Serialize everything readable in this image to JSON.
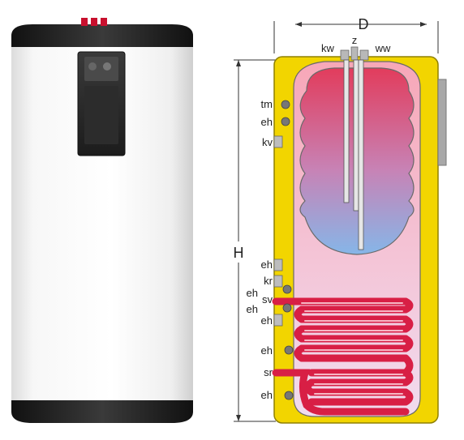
{
  "diagram": {
    "dimension_width_label": "D",
    "dimension_height_label": "H",
    "top_connections": {
      "cold_water": "kw",
      "circulation": "z",
      "hot_water": "ww"
    },
    "side_labels": {
      "tm": "tm",
      "eh_1": "eh",
      "kv": "kv",
      "eh_2": "eh",
      "kr": "kr",
      "eh_3": "eh",
      "sv": "sv",
      "eh_4": "eh",
      "eh_5": "eh",
      "eh_6": "eh",
      "sr": "sr",
      "eh_7": "eh"
    }
  },
  "colors": {
    "tank_shell": "#f2d500",
    "tank_shell_outline": "#9a8a00",
    "water_hot": "#e0405e",
    "water_cold": "#7fb4e6",
    "coil": "#e0284a",
    "coil_highlight": "#f6b0c0",
    "control_panel": "#2a2a2a",
    "cylinder_body": "#f4f4f4",
    "cylinder_cap": "#1d1d1d"
  }
}
